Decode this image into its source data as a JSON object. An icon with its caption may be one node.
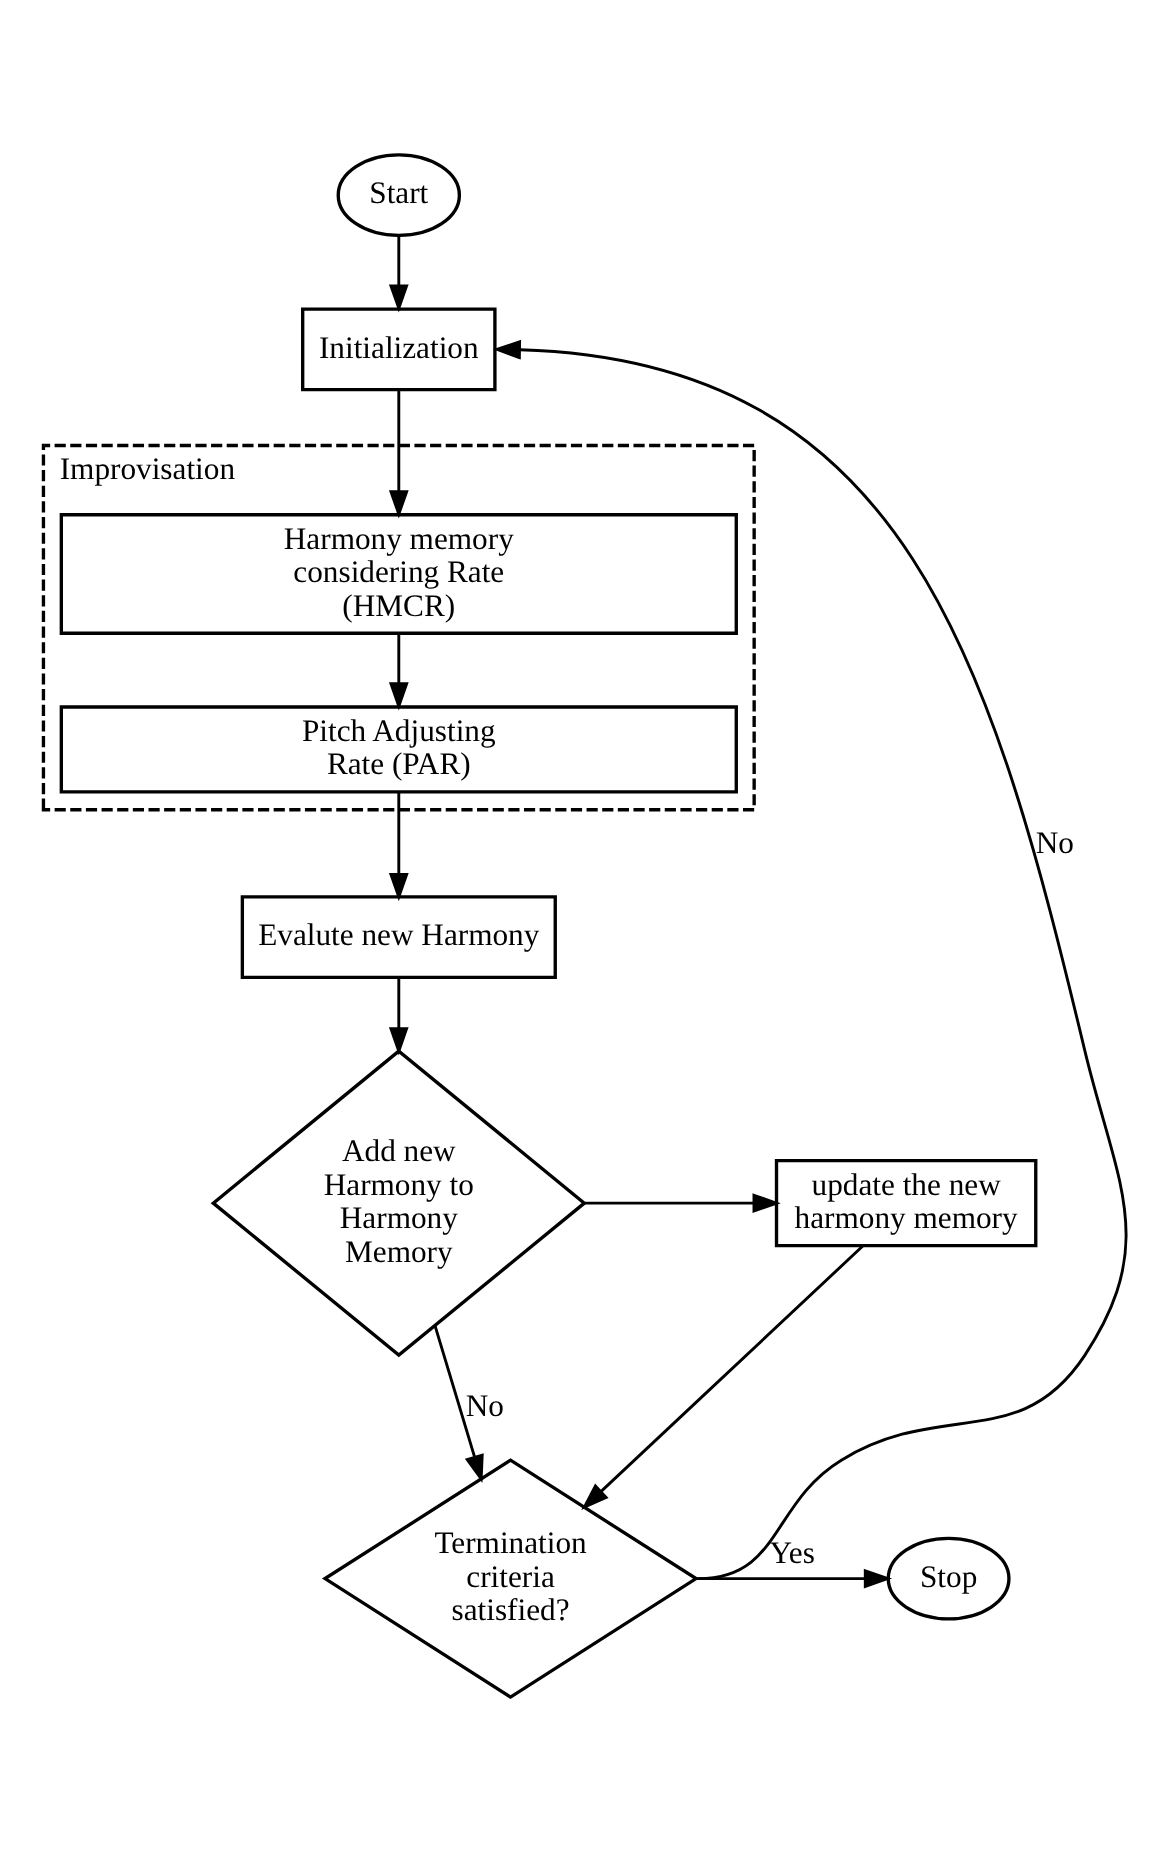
{
  "diagram": {
    "nodes": [
      {
        "text": [
          "Start"
        ]
      },
      {
        "text": [
          "Initialization"
        ]
      },
      {
        "text": [
          "Improvisation"
        ]
      },
      {
        "text": [
          "Harmony memory considering Rate (HMCR)"
        ],
        "in": 2
      },
      {
        "text": [
          "Pitch Adjusting Rate (PAR)"
        ],
        "in": 2
      },
      {
        "text": [
          "Evalute new Harmony"
        ]
      },
      {
        "text": [
          "Add new Harmony to Harmony Memory"
        ]
      },
      {
        "text": [
          "update the new harmony memory"
        ]
      },
      {
        "text": [
          "Termination criteria satisfied?"
        ]
      },
      {
        "text": [
          "Stop"
        ]
      }
    ],
    "edges": [
      {
        "from": 0,
        "to": 1,
        "arrow": "to"
      },
      {
        "from": 8,
        "to": 1,
        "arrow": "to",
        "label": "No"
      },
      {
        "from": 1,
        "to": 3,
        "arrow": "to"
      },
      {
        "from": 3,
        "to": 4,
        "arrow": "to"
      },
      {
        "from": 4,
        "to": 5,
        "arrow": "to"
      },
      {
        "from": 5,
        "to": 6,
        "arrow": "to"
      },
      {
        "from": 6,
        "to": 7,
        "arrow": "to"
      },
      {
        "from": 6,
        "to": 8,
        "arrow": "to",
        "label": "No"
      },
      {
        "from": 7,
        "to": 8,
        "arrow": "to"
      },
      {
        "from": 8,
        "to": 9,
        "arrow": "to",
        "label": "Yes"
      }
    ]
  }
}
